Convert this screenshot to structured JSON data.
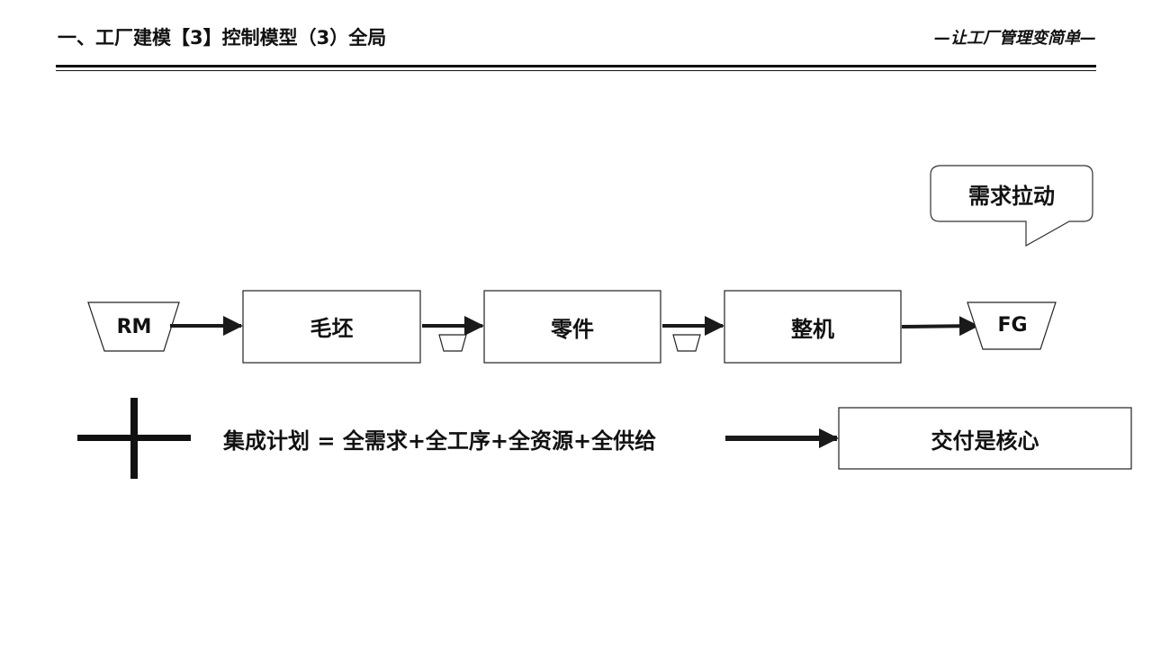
{
  "header": {
    "title": "一、工厂建模【3】控制模型（3）全局",
    "slogan": "—让工厂管理变简单—"
  },
  "callout": {
    "label": "需求拉动"
  },
  "flow": {
    "raw_material": "RM",
    "processes": [
      "毛坯",
      "零件",
      "整机"
    ],
    "finished_goods": "FG"
  },
  "formula": {
    "text": "集成计划 = 全需求+全工序+全资源+全供给"
  },
  "result": {
    "label": "交付是核心"
  },
  "colors": {
    "stroke": "#1a1a1a",
    "text": "#111111",
    "background": "#ffffff"
  }
}
